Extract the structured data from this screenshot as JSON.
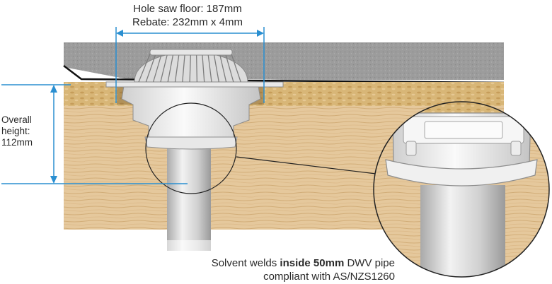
{
  "dimensions": {
    "hole_saw": "Hole saw floor: 187mm",
    "rebate": "Rebate: 232mm x 4mm",
    "overall_line1": "Overall",
    "overall_line2": "height:",
    "overall_line3": "112mm"
  },
  "note": {
    "prefix": "Solvent welds ",
    "emphasis": "inside 50mm",
    "suffix": " DWV pipe",
    "line2": "compliant with AS/NZS1260"
  },
  "colors": {
    "dimension_line": "#2a8fd1",
    "concrete": "#9a9a9a",
    "plywood": "#d7b47a",
    "timber": "#e4c79b",
    "pipe": "#d9d9d9",
    "drain_body": "#eeeeee"
  }
}
